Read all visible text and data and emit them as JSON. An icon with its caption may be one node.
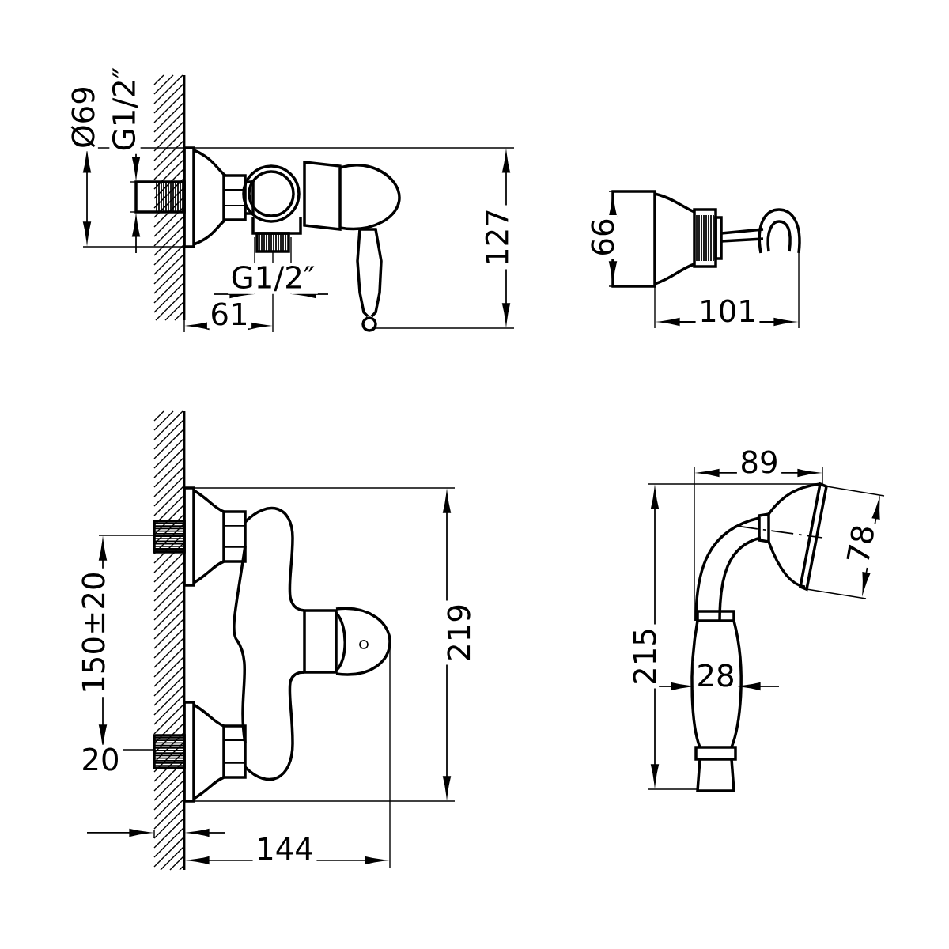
{
  "diagram": {
    "labels": [
      "Ø69",
      "G1/2″",
      "127",
      "G1/2″",
      "61",
      "66",
      "101",
      "150±20",
      "219",
      "20",
      "144",
      "89",
      "78",
      "215",
      "28"
    ]
  }
}
